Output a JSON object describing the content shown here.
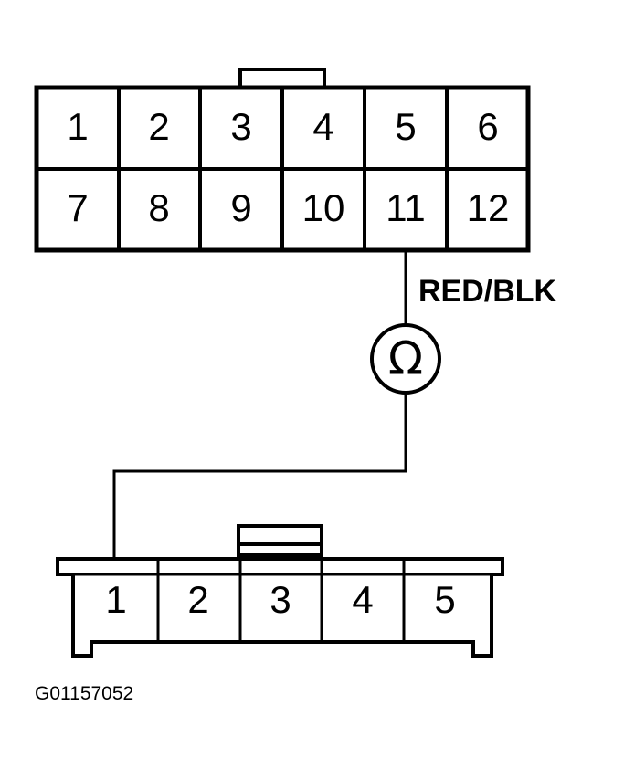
{
  "connector_top": {
    "row1": [
      "1",
      "2",
      "3",
      "4",
      "5",
      "6"
    ],
    "row2": [
      "7",
      "8",
      "9",
      "10",
      "11",
      "12"
    ]
  },
  "connector_bottom": {
    "pins": [
      "1",
      "2",
      "3",
      "4",
      "5"
    ]
  },
  "wire": {
    "color_label": "RED/BLK"
  },
  "meter": {
    "symbol": "Ω",
    "icon": "ohmmeter-icon"
  },
  "figure_id": "G01157052"
}
